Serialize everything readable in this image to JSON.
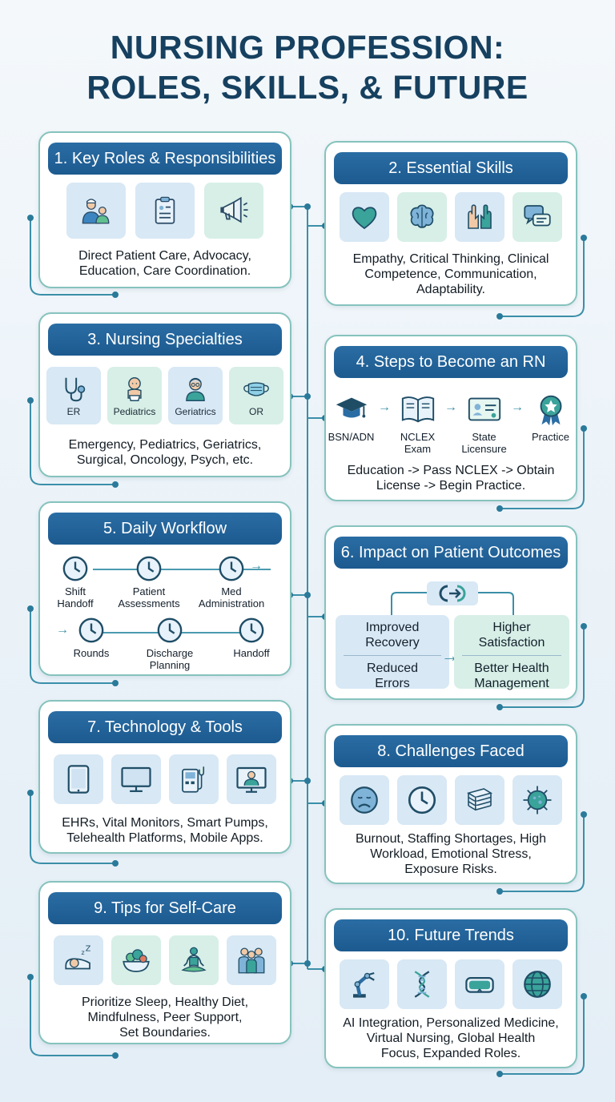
{
  "title": {
    "line1": "NURSING PROFESSION:",
    "line2": "ROLES, SKILLS, & FUTURE"
  },
  "colors": {
    "title": "#16405f",
    "header": "#1c5a8f",
    "border": "#86c3bd",
    "connector": "#3b8fa8"
  },
  "sections": {
    "roles": {
      "title": "1. Key Roles & Responsibilities",
      "icons": [
        "nurse-patient-icon",
        "clipboard-icon",
        "megaphone-icon"
      ],
      "desc": [
        "Direct Patient Care, Advocacy,",
        "Education, Care Coordination."
      ]
    },
    "skills": {
      "title": "2. Essential Skills",
      "icons": [
        "heart-icon",
        "brain-icon",
        "hands-icon",
        "chat-icon"
      ],
      "desc": [
        "Empathy, Critical Thinking, Clinical",
        "Competence, Communication,",
        "Adaptability."
      ]
    },
    "specialties": {
      "title": "3. Nursing Specialties",
      "items": [
        {
          "icon": "stethoscope-icon",
          "label": "ER"
        },
        {
          "icon": "baby-icon",
          "label": "Pediatrics"
        },
        {
          "icon": "elderly-icon",
          "label": "Geriatrics"
        },
        {
          "icon": "surgical-mask-icon",
          "label": "OR"
        }
      ],
      "desc": [
        "Emergency, Pediatrics, Geriatrics,",
        "Surgical, Oncology, Psych, etc."
      ]
    },
    "steps": {
      "title": "4. Steps to Become an RN",
      "items": [
        {
          "icon": "graduation-cap-icon",
          "label": "BSN/ADN"
        },
        {
          "icon": "book-icon",
          "label": "NCLEX Exam"
        },
        {
          "icon": "license-icon",
          "label": "State Licensure"
        },
        {
          "icon": "badge-icon",
          "label": "Practice"
        }
      ],
      "desc": [
        "Education -> Pass NCLEX -> Obtain",
        "License -> Begin Practice."
      ]
    },
    "workflow": {
      "title": "5. Daily Workflow",
      "items": [
        "Shift Handoff",
        "Patient Assessments",
        "Med Administration",
        "Rounds",
        "Discharge Planning",
        "Handoff"
      ]
    },
    "impact": {
      "title": "6. Impact on Patient Outcomes",
      "left": [
        "Improved Recovery",
        "Reduced Errors"
      ],
      "right": [
        "Higher Satisfaction",
        "Better Health Management"
      ]
    },
    "tech": {
      "title": "7. Technology & Tools",
      "icons": [
        "tablet-icon",
        "monitor-icon",
        "infusion-pump-icon",
        "telehealth-icon"
      ],
      "desc": [
        "EHRs, Vital Monitors, Smart Pumps,",
        "Telehealth Platforms, Mobile Apps."
      ]
    },
    "challenges": {
      "title": "8. Challenges Faced",
      "icons": [
        "sad-face-icon",
        "clock-icon",
        "paper-stack-icon",
        "virus-icon"
      ],
      "desc": [
        "Burnout, Staffing Shortages, High",
        "Workload, Emotional Stress,",
        "Exposure Risks."
      ]
    },
    "selfcare": {
      "title": "9. Tips for Self-Care",
      "icons": [
        "sleep-icon",
        "healthy-food-icon",
        "meditation-icon",
        "peer-support-icon"
      ],
      "desc": [
        "Prioritize Sleep, Healthy Diet,",
        "Mindfulness, Peer Support,",
        "Set Boundaries."
      ]
    },
    "future": {
      "title": "10. Future Trends",
      "icons": [
        "robot-arm-icon",
        "dna-icon",
        "vr-headset-icon",
        "globe-icon"
      ],
      "desc": [
        "AI Integration, Personalized Medicine,",
        "Virtual Nursing, Global Health",
        "Focus, Expanded Roles."
      ]
    }
  }
}
